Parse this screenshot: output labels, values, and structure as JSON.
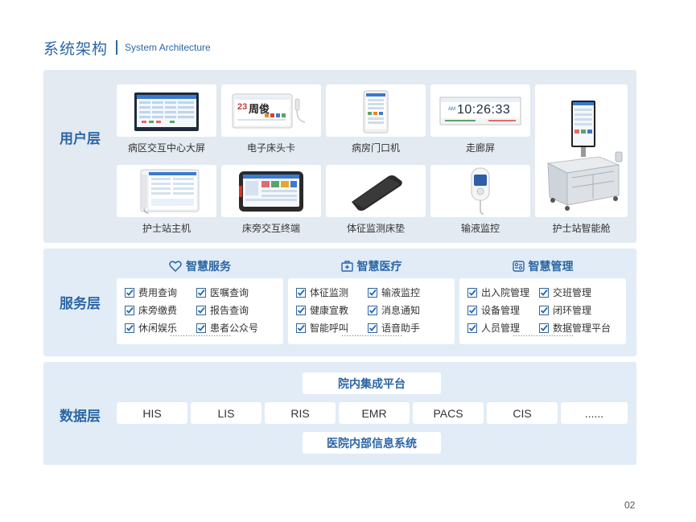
{
  "header": {
    "title_cn": "系统架构",
    "title_en": "System Architecture"
  },
  "user_layer": {
    "label": "用户层",
    "devices": [
      {
        "label": "病区交互中心大屏"
      },
      {
        "label": "电子床头卡",
        "screen_number": "23",
        "screen_name": "周俊"
      },
      {
        "label": "病房门口机"
      },
      {
        "label": "走廊屏",
        "screen_time": "10:26:33",
        "screen_ampm": "AM"
      },
      {
        "label": "护士站主机"
      },
      {
        "label": "床旁交互终端"
      },
      {
        "label": "体征监测床垫"
      },
      {
        "label": "输液监控"
      }
    ],
    "big_device": {
      "label": "护士站智能舱"
    }
  },
  "service_layer": {
    "label": "服务层",
    "columns": [
      {
        "title": "智慧服务",
        "items": [
          "费用查询",
          "医嘱查询",
          "床旁缴费",
          "报告查询",
          "休闲娱乐",
          "患者公众号"
        ],
        "more": "........................"
      },
      {
        "title": "智慧医疗",
        "items": [
          "体征监测",
          "输液监控",
          "健康宣教",
          "消息通知",
          "智能呼叫",
          "语音助手"
        ],
        "more": "........................"
      },
      {
        "title": "智慧管理",
        "items": [
          "出入院管理",
          "交班管理",
          "设备管理",
          "闭环管理",
          "人员管理",
          "数据管理平台"
        ],
        "more": "........................"
      }
    ]
  },
  "data_layer": {
    "label": "数据层",
    "top_platform": "院内集成平台",
    "bottom_platform": "医院内部信息系统",
    "systems": [
      "HIS",
      "LIS",
      "RIS",
      "EMR",
      "PACS",
      "CIS",
      "......"
    ]
  },
  "page_number": "02",
  "colors": {
    "accent": "#2b66a6",
    "panel": "#e1ecf6",
    "check": "#2b66a6"
  }
}
